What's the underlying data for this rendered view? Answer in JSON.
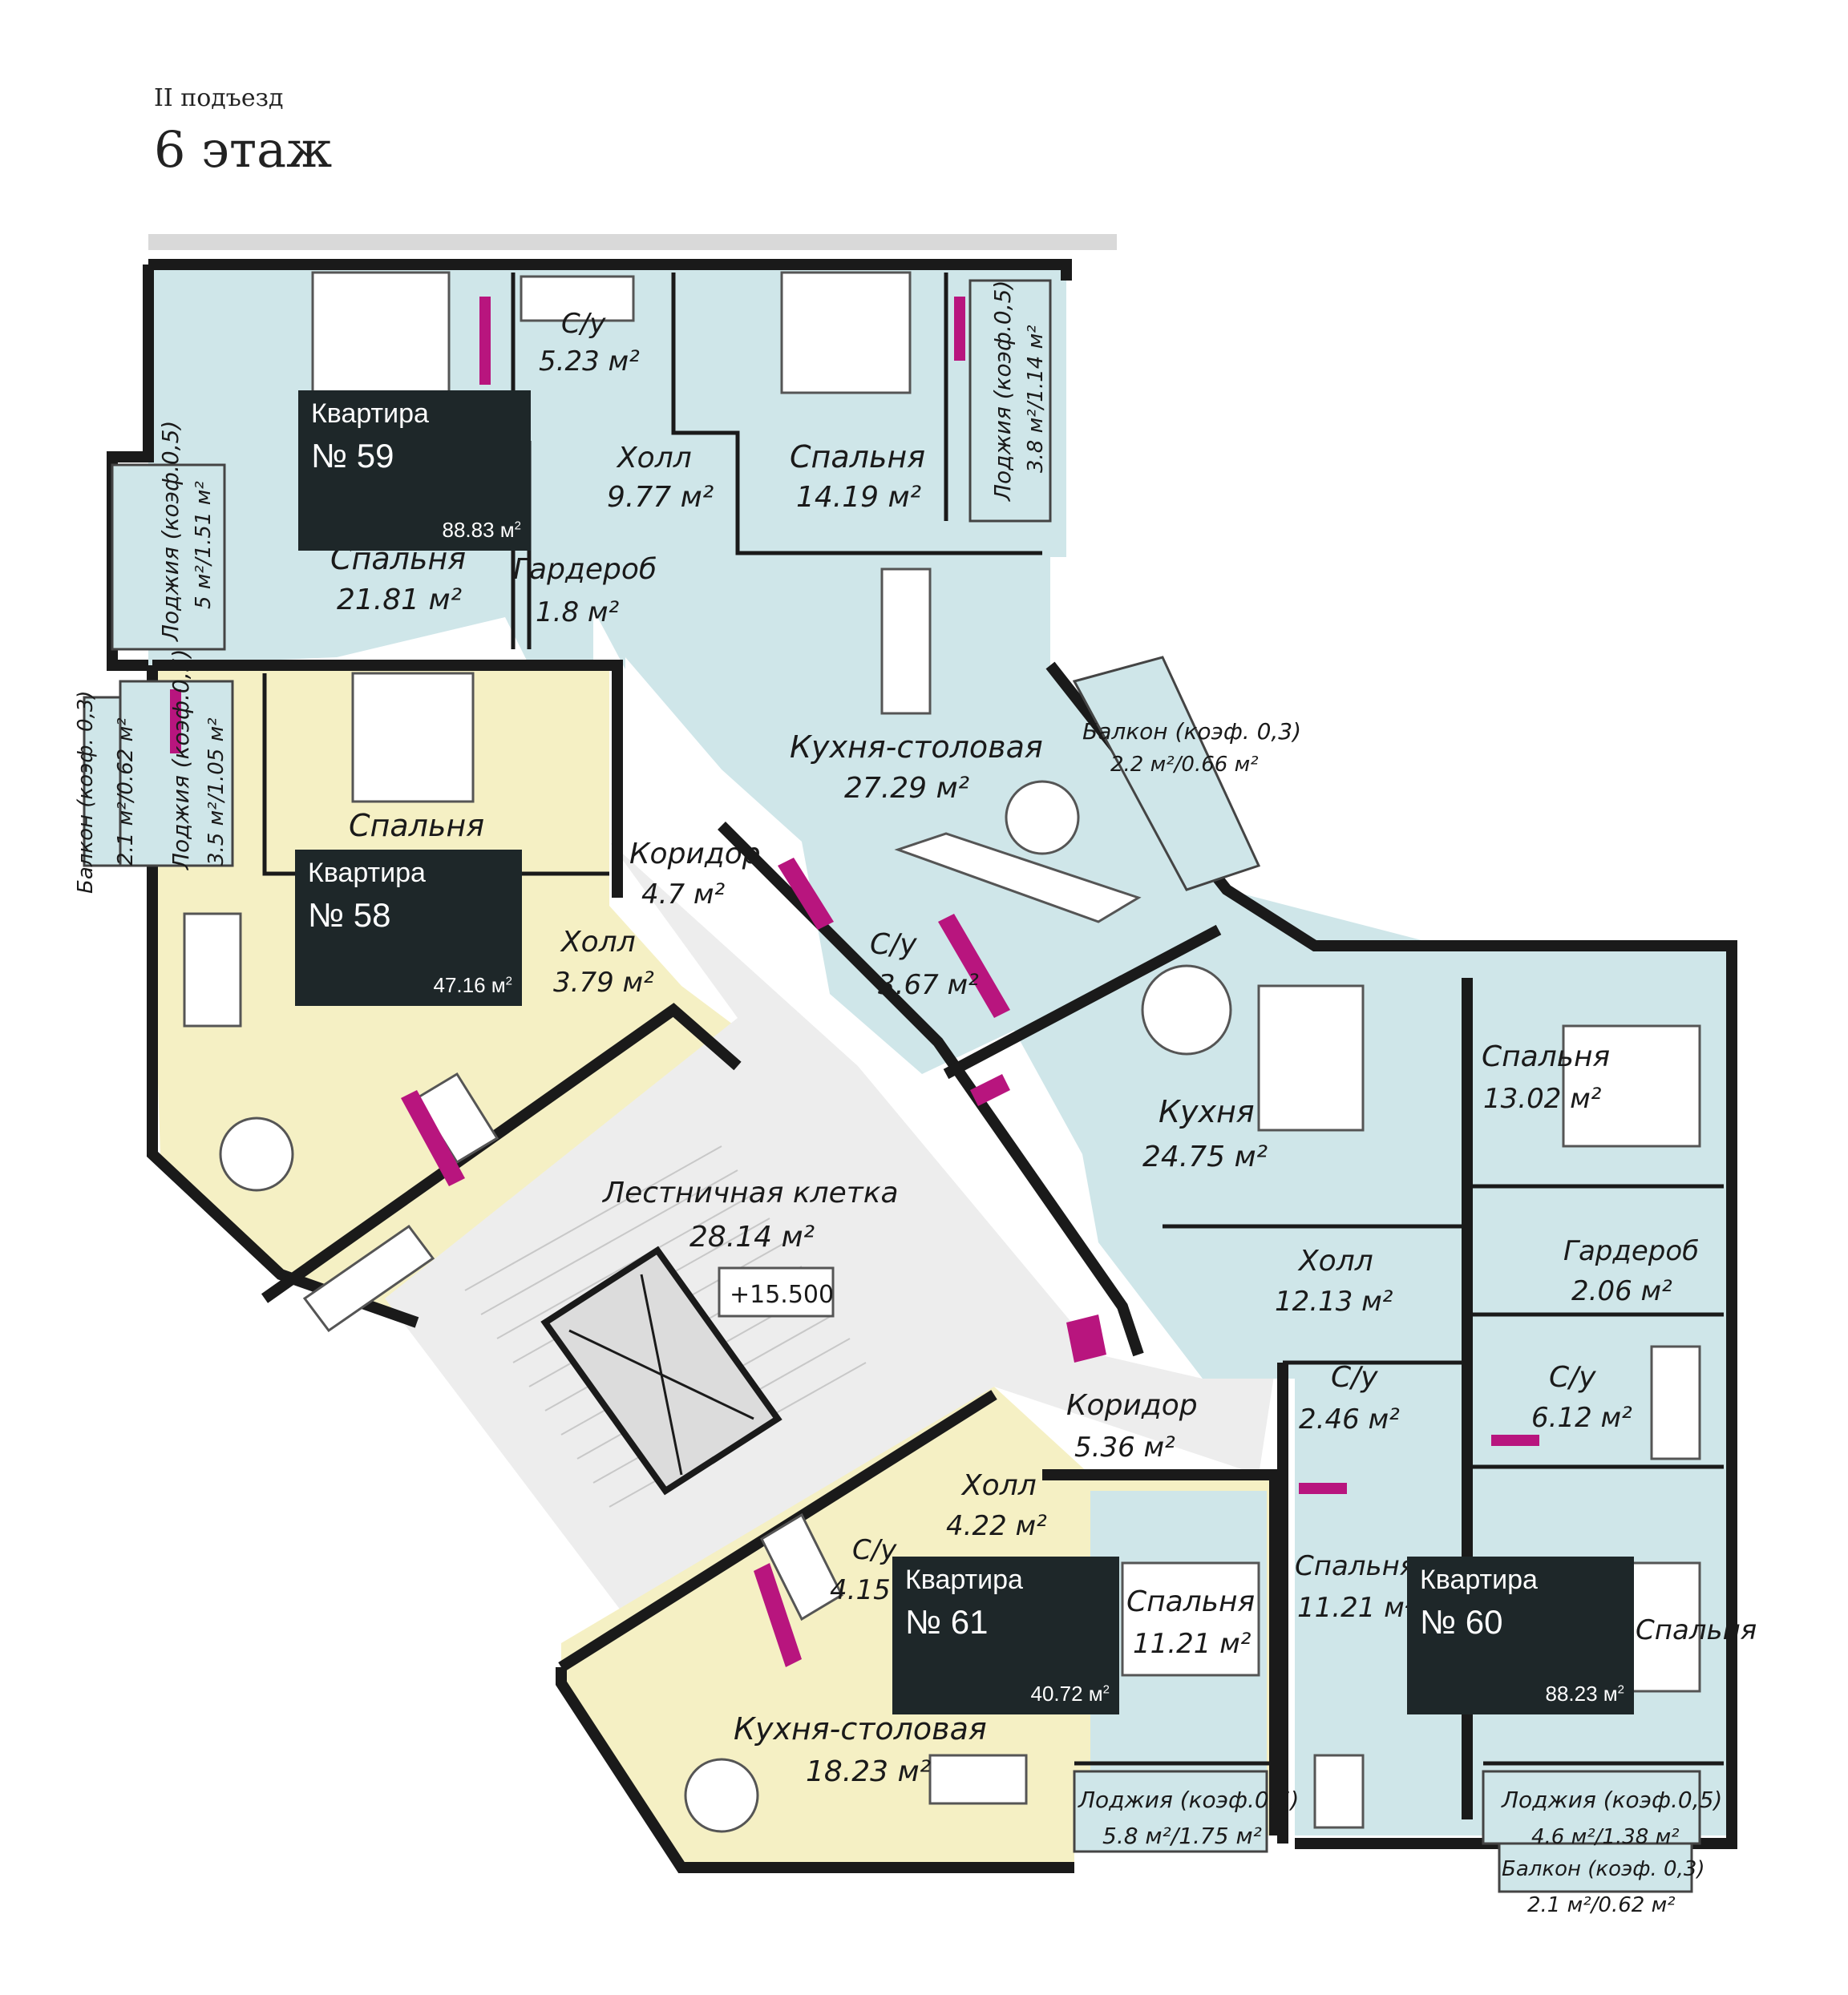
{
  "header": {
    "entrance": "II подъезд",
    "floor": "6 этаж"
  },
  "colors": {
    "teal": "#cfe6e9",
    "yellow": "#f5f0c4",
    "wall": "#1a1a1a",
    "card": "#1e2729",
    "stair": "#ededed",
    "window": "#9a9a9a"
  },
  "apartments": [
    {
      "title": "Квартира",
      "number": "№ 59",
      "area": "88.83 м",
      "sup": "2"
    },
    {
      "title": "Квартира",
      "number": "№ 58",
      "area": "47.16 м",
      "sup": "2"
    },
    {
      "title": "Квартира",
      "number": "№ 61",
      "area": "40.72 м",
      "sup": "2"
    },
    {
      "title": "Квартира",
      "number": "№ 60",
      "area": "88.23 м",
      "sup": "2"
    }
  ],
  "rooms": [
    {
      "name": "С/у",
      "area": "5.23 м²"
    },
    {
      "name": "Холл",
      "area": "9.77 м²"
    },
    {
      "name": "Спальня",
      "area": "14.19 м²"
    },
    {
      "name": "Спальня",
      "area": "21.81 м²"
    },
    {
      "name": "Гардероб",
      "area": "1.8 м²"
    },
    {
      "name": "Кухня-столовая",
      "area": "27.29 м²"
    },
    {
      "name": "Балкон (коэф. 0,3)",
      "area": "2.2 м²/0.66 м²"
    },
    {
      "name": "Спальня",
      "area": ""
    },
    {
      "name": "Коридор",
      "area": "4.7 м²"
    },
    {
      "name": "Холл",
      "area": "3.79 м²"
    },
    {
      "name": "С/у",
      "area": "3.67 м²"
    },
    {
      "name": "Лестничная клетка",
      "area": "28.14 м²"
    },
    {
      "name": "Кухня",
      "area": "24.75 м²"
    },
    {
      "name": "Спальня",
      "area": "13.02 м²"
    },
    {
      "name": "Гардероб",
      "area": "2.06 м²"
    },
    {
      "name": "Холл",
      "area": "12.13 м²"
    },
    {
      "name": "С/у",
      "area": "2.46 м²"
    },
    {
      "name": "С/у",
      "area": "6.12 м²"
    },
    {
      "name": "Коридор",
      "area": "5.36 м²"
    },
    {
      "name": "Холл",
      "area": "4.22 м²"
    },
    {
      "name": "С/у",
      "area": "4.15"
    },
    {
      "name": "Спальня",
      "area": "11.21 м²"
    },
    {
      "name": "Спальня",
      "area": "11.21 м²"
    },
    {
      "name": "Кухня-столовая",
      "area": "18.23 м²"
    },
    {
      "name": "Лоджия (коэф.0,5)",
      "area": "5.8 м²/1.75 м²"
    },
    {
      "name": "Лоджия (коэф.0,5)",
      "area": "4.6 м²/1.38 м²"
    },
    {
      "name": "Балкон (коэф. 0,3)",
      "area": "2.1 м²/0.62 м²"
    },
    {
      "name": "Лоджия (коэф.0,5)",
      "area": "3.8 м²/1.14 м²"
    },
    {
      "name": "Лоджия (коэф.0,5)",
      "area": "5 м²/1.51 м²"
    },
    {
      "name": "Лоджия (коэф.0,5)",
      "area": "3.5 м²/1.05 м²"
    },
    {
      "name": "Балкон (коэф. 0,3)",
      "area": "2.1 м²/0.62 м²"
    },
    {
      "name": "Спальня",
      "area": ""
    }
  ],
  "elevation": "+15.500"
}
